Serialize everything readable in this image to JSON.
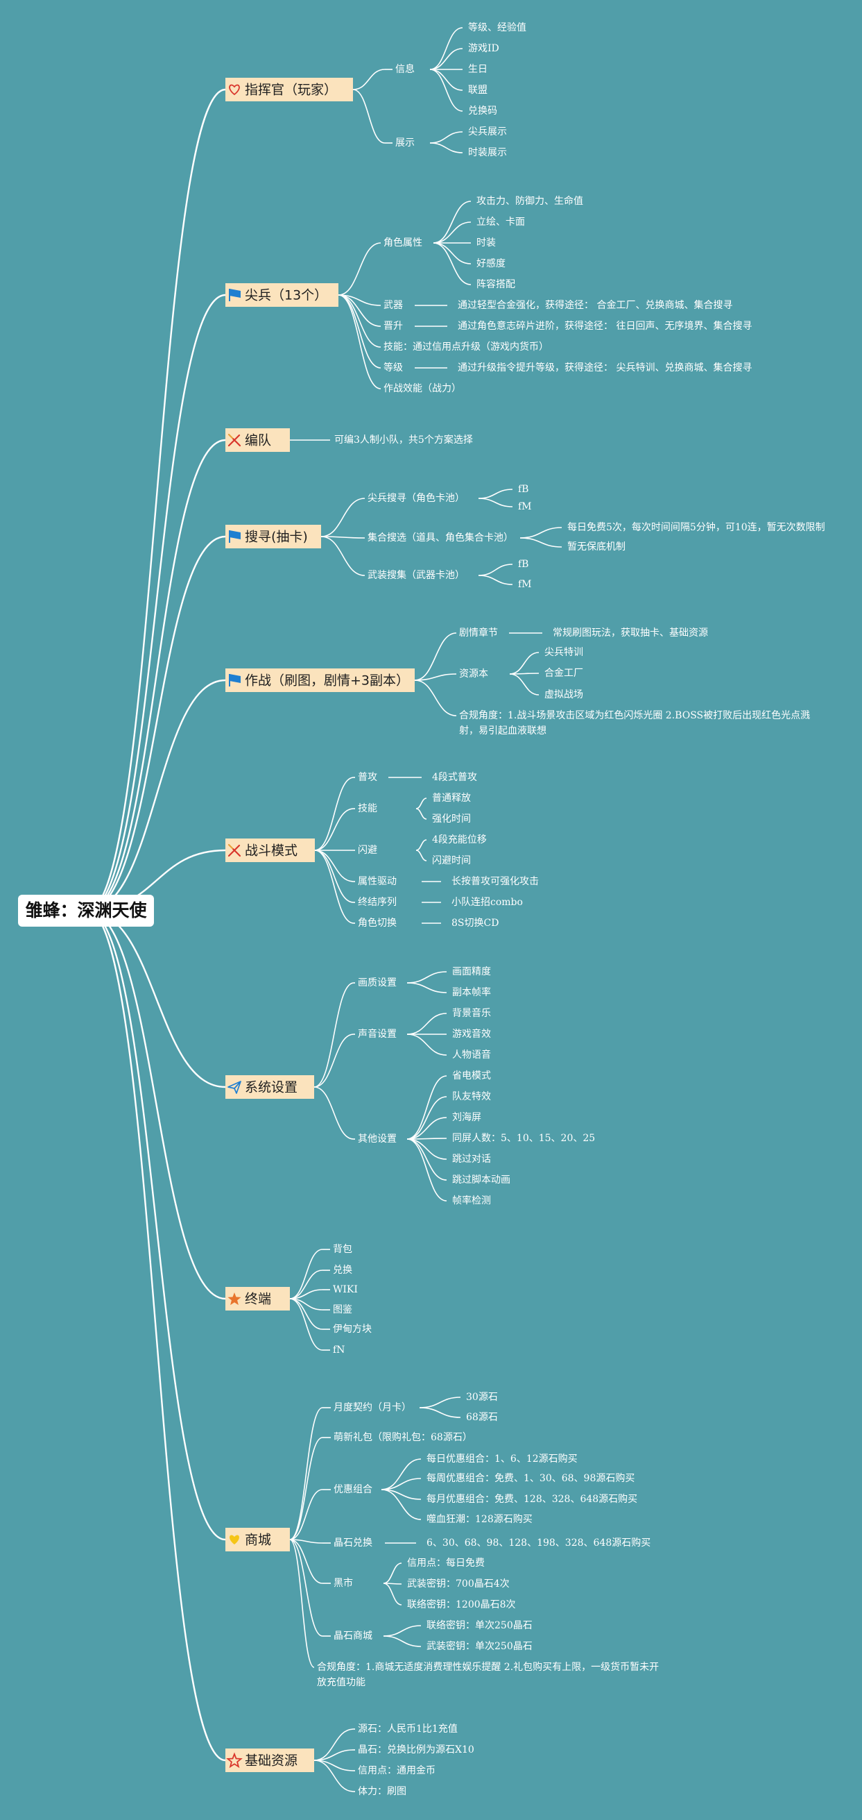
{
  "root": "雏蜂：深渊天使",
  "colors": {
    "background": "#519ea9",
    "category_box": "#fbe3bd",
    "line": "#ffffff"
  },
  "categories": [
    {
      "label": "指挥官（玩家）",
      "icon": "heart-icon",
      "icon_color": "#d9362b",
      "children": [
        {
          "label": "信息",
          "children": [
            {
              "label": "等级、经验值"
            },
            {
              "label": "游戏ID"
            },
            {
              "label": "生日"
            },
            {
              "label": "联盟"
            },
            {
              "label": "兑换码"
            }
          ]
        },
        {
          "label": "展示",
          "children": [
            {
              "label": "尖兵展示"
            },
            {
              "label": "时装展示"
            }
          ]
        }
      ]
    },
    {
      "label": "尖兵（13个）",
      "icon": "flag-icon",
      "icon_color": "#1f7fd1",
      "children": [
        {
          "label": "角色属性",
          "children": [
            {
              "label": "攻击力、防御力、生命值"
            },
            {
              "label": "立绘、卡面"
            },
            {
              "label": "时装"
            },
            {
              "label": "好感度"
            },
            {
              "label": "阵容搭配"
            }
          ]
        },
        {
          "label": "武器",
          "children": [
            {
              "label": "通过轻型合金强化，获得途径： 合金工厂、兑换商城、集合搜寻"
            }
          ]
        },
        {
          "label": "晋升",
          "children": [
            {
              "label": "通过角色意志碎片进阶，获得途径： 往日回声、无序境界、集合搜寻"
            }
          ]
        },
        {
          "label": "技能：通过信用点升级（游戏内货币）"
        },
        {
          "label": "等级",
          "children": [
            {
              "label": "通过升级指令提升等级，获得途径： 尖兵特训、兑换商城、集合搜寻"
            }
          ]
        },
        {
          "label": "作战效能（战力）"
        }
      ]
    },
    {
      "label": "编队",
      "icon": "swords-icon",
      "icon_color": "#d9362b",
      "children": [
        {
          "label": "可编3人制小队，共5个方案选择"
        }
      ]
    },
    {
      "label": "搜寻(抽卡)",
      "icon": "flag-icon",
      "icon_color": "#1f7fd1",
      "children": [
        {
          "label": "尖兵搜寻（角色卡池）",
          "children": [
            {
              "label": "fB"
            },
            {
              "label": "fM"
            }
          ]
        },
        {
          "label": "集合搜选（道具、角色集合卡池）",
          "children": [
            {
              "label": "每日免费5次，每次时间间隔5分钟，可10连，暂无次数限制"
            },
            {
              "label": "暂无保底机制"
            }
          ]
        },
        {
          "label": "武装搜集（武器卡池）",
          "children": [
            {
              "label": "fB"
            },
            {
              "label": "fM"
            }
          ]
        }
      ]
    },
    {
      "label": "作战（刷图，剧情+3副本）",
      "icon": "flag-icon",
      "icon_color": "#1f7fd1",
      "children": [
        {
          "label": "剧情章节",
          "children": [
            {
              "label": "常规刷图玩法，获取抽卡、基础资源"
            }
          ]
        },
        {
          "label": "资源本",
          "children": [
            {
              "label": "尖兵特训"
            },
            {
              "label": "合金工厂"
            },
            {
              "label": "虚拟战场"
            }
          ]
        },
        {
          "label": "合规角度：1.战斗场景攻击区域为红色闪烁光圈 2.BOSS被打败后出现红色光点溅",
          "line2": "射，易引起血液联想"
        }
      ]
    },
    {
      "label": "战斗模式",
      "icon": "swords-icon",
      "icon_color": "#d9362b",
      "children": [
        {
          "label": "普攻",
          "children": [
            {
              "label": "4段式普攻"
            }
          ]
        },
        {
          "label": "技能",
          "children": [
            {
              "label": "普通释放"
            },
            {
              "label": "强化时间"
            }
          ]
        },
        {
          "label": "闪避",
          "children": [
            {
              "label": "4段充能位移"
            },
            {
              "label": "闪避时间"
            }
          ]
        },
        {
          "label": "属性驱动",
          "children": [
            {
              "label": "长按普攻可强化攻击"
            }
          ]
        },
        {
          "label": "终结序列",
          "children": [
            {
              "label": "小队连招combo"
            }
          ]
        },
        {
          "label": "角色切换",
          "children": [
            {
              "label": "8S切换CD"
            }
          ]
        }
      ]
    },
    {
      "label": "系统设置",
      "icon": "paper-plane-icon",
      "icon_color": "#1f7fd1",
      "children": [
        {
          "label": "画质设置",
          "children": [
            {
              "label": "画面精度"
            },
            {
              "label": "副本帧率"
            }
          ]
        },
        {
          "label": "声音设置",
          "children": [
            {
              "label": "背景音乐"
            },
            {
              "label": "游戏音效"
            },
            {
              "label": "人物语音"
            }
          ]
        },
        {
          "label": "其他设置",
          "children": [
            {
              "label": "省电模式"
            },
            {
              "label": "队友特效"
            },
            {
              "label": "刘海屏"
            },
            {
              "label": "同屏人数：5、10、15、20、25"
            },
            {
              "label": "跳过对话"
            },
            {
              "label": "跳过脚本动画"
            },
            {
              "label": "帧率检测"
            }
          ]
        }
      ]
    },
    {
      "label": "终端",
      "icon": "star-icon",
      "icon_color": "#e8742c",
      "children": [
        {
          "label": "背包"
        },
        {
          "label": "兑换"
        },
        {
          "label": "WIKI"
        },
        {
          "label": "图鉴"
        },
        {
          "label": "伊甸方块"
        },
        {
          "label": "fN"
        }
      ]
    },
    {
      "label": "商城",
      "icon": "heart-icon",
      "icon_color": "#f5c518",
      "children": [
        {
          "label": "月度契约（月卡）",
          "children": [
            {
              "label": "30源石"
            },
            {
              "label": "68源石"
            }
          ]
        },
        {
          "label": "萌新礼包（限购礼包：68源石）"
        },
        {
          "label": "优惠组合",
          "children": [
            {
              "label": "每日优惠组合：1、6、12源石购买"
            },
            {
              "label": "每周优惠组合：免费、1、30、68、98源石购买"
            },
            {
              "label": "每月优惠组合：免费、128、328、648源石购买"
            },
            {
              "label": "噬血狂潮：128源石购买"
            }
          ]
        },
        {
          "label": "晶石兑换",
          "children": [
            {
              "label": "6、30、68、98、128、198、328、648源石购买"
            }
          ]
        },
        {
          "label": "黑市",
          "children": [
            {
              "label": "信用点：每日免费"
            },
            {
              "label": "武装密钥：700晶石4次"
            },
            {
              "label": "联络密钥：1200晶石8次"
            }
          ]
        },
        {
          "label": "晶石商城",
          "children": [
            {
              "label": "联络密钥：单次250晶石"
            },
            {
              "label": "武装密钥：单次250晶石"
            }
          ]
        },
        {
          "label": "合规角度：1.商城无适度消费理性娱乐提醒 2.礼包购买有上限，一级货币暂未开",
          "line2": "放充值功能"
        }
      ]
    },
    {
      "label": "基础资源",
      "icon": "star-outline-icon",
      "icon_color": "#d9362b",
      "children": [
        {
          "label": "源石：人民币1比1充值"
        },
        {
          "label": "晶石：兑换比例为源石X10"
        },
        {
          "label": "信用点：通用金币"
        },
        {
          "label": "体力：刷图"
        }
      ]
    }
  ]
}
